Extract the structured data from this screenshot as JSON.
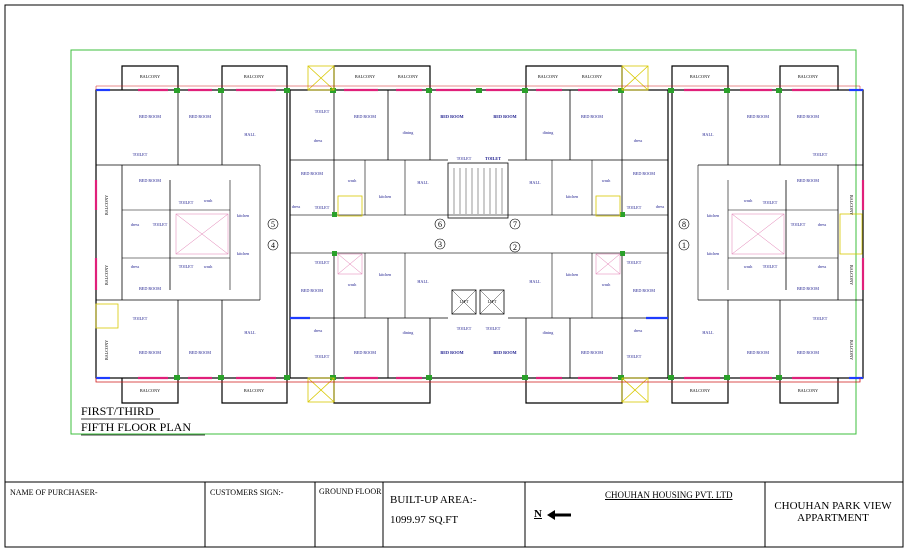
{
  "plan": {
    "title_line1": "FIRST/THIRD",
    "title_line2": "FIFTH FLOOR PLAN",
    "balcony": "BALCONY",
    "bed_room": "BED ROOM",
    "hall": "HALL",
    "kitchen": "kitchen",
    "toilet": "TOILET",
    "dress": "dress",
    "wash": "wash",
    "dining": "dining",
    "lift": "LIFT",
    "flat_numbers": [
      "1",
      "2",
      "3",
      "4",
      "5",
      "6",
      "7",
      "8"
    ]
  },
  "title_block": {
    "purchaser_label": "NAME OF PURCHASER-",
    "customer_sign_label": "CUSTOMERS SIGN:-",
    "ground_floor_label": "GROUND FLOOR",
    "built_up_label": "BUILT-UP AREA:-",
    "built_up_value": "1099.97 SQ.FT",
    "north_label": "N",
    "company": "CHOUHAN HOUSING PVT. LTD",
    "project_line1": "CHOUHAN PARK VIEW",
    "project_line2": "APPARTMENT"
  }
}
